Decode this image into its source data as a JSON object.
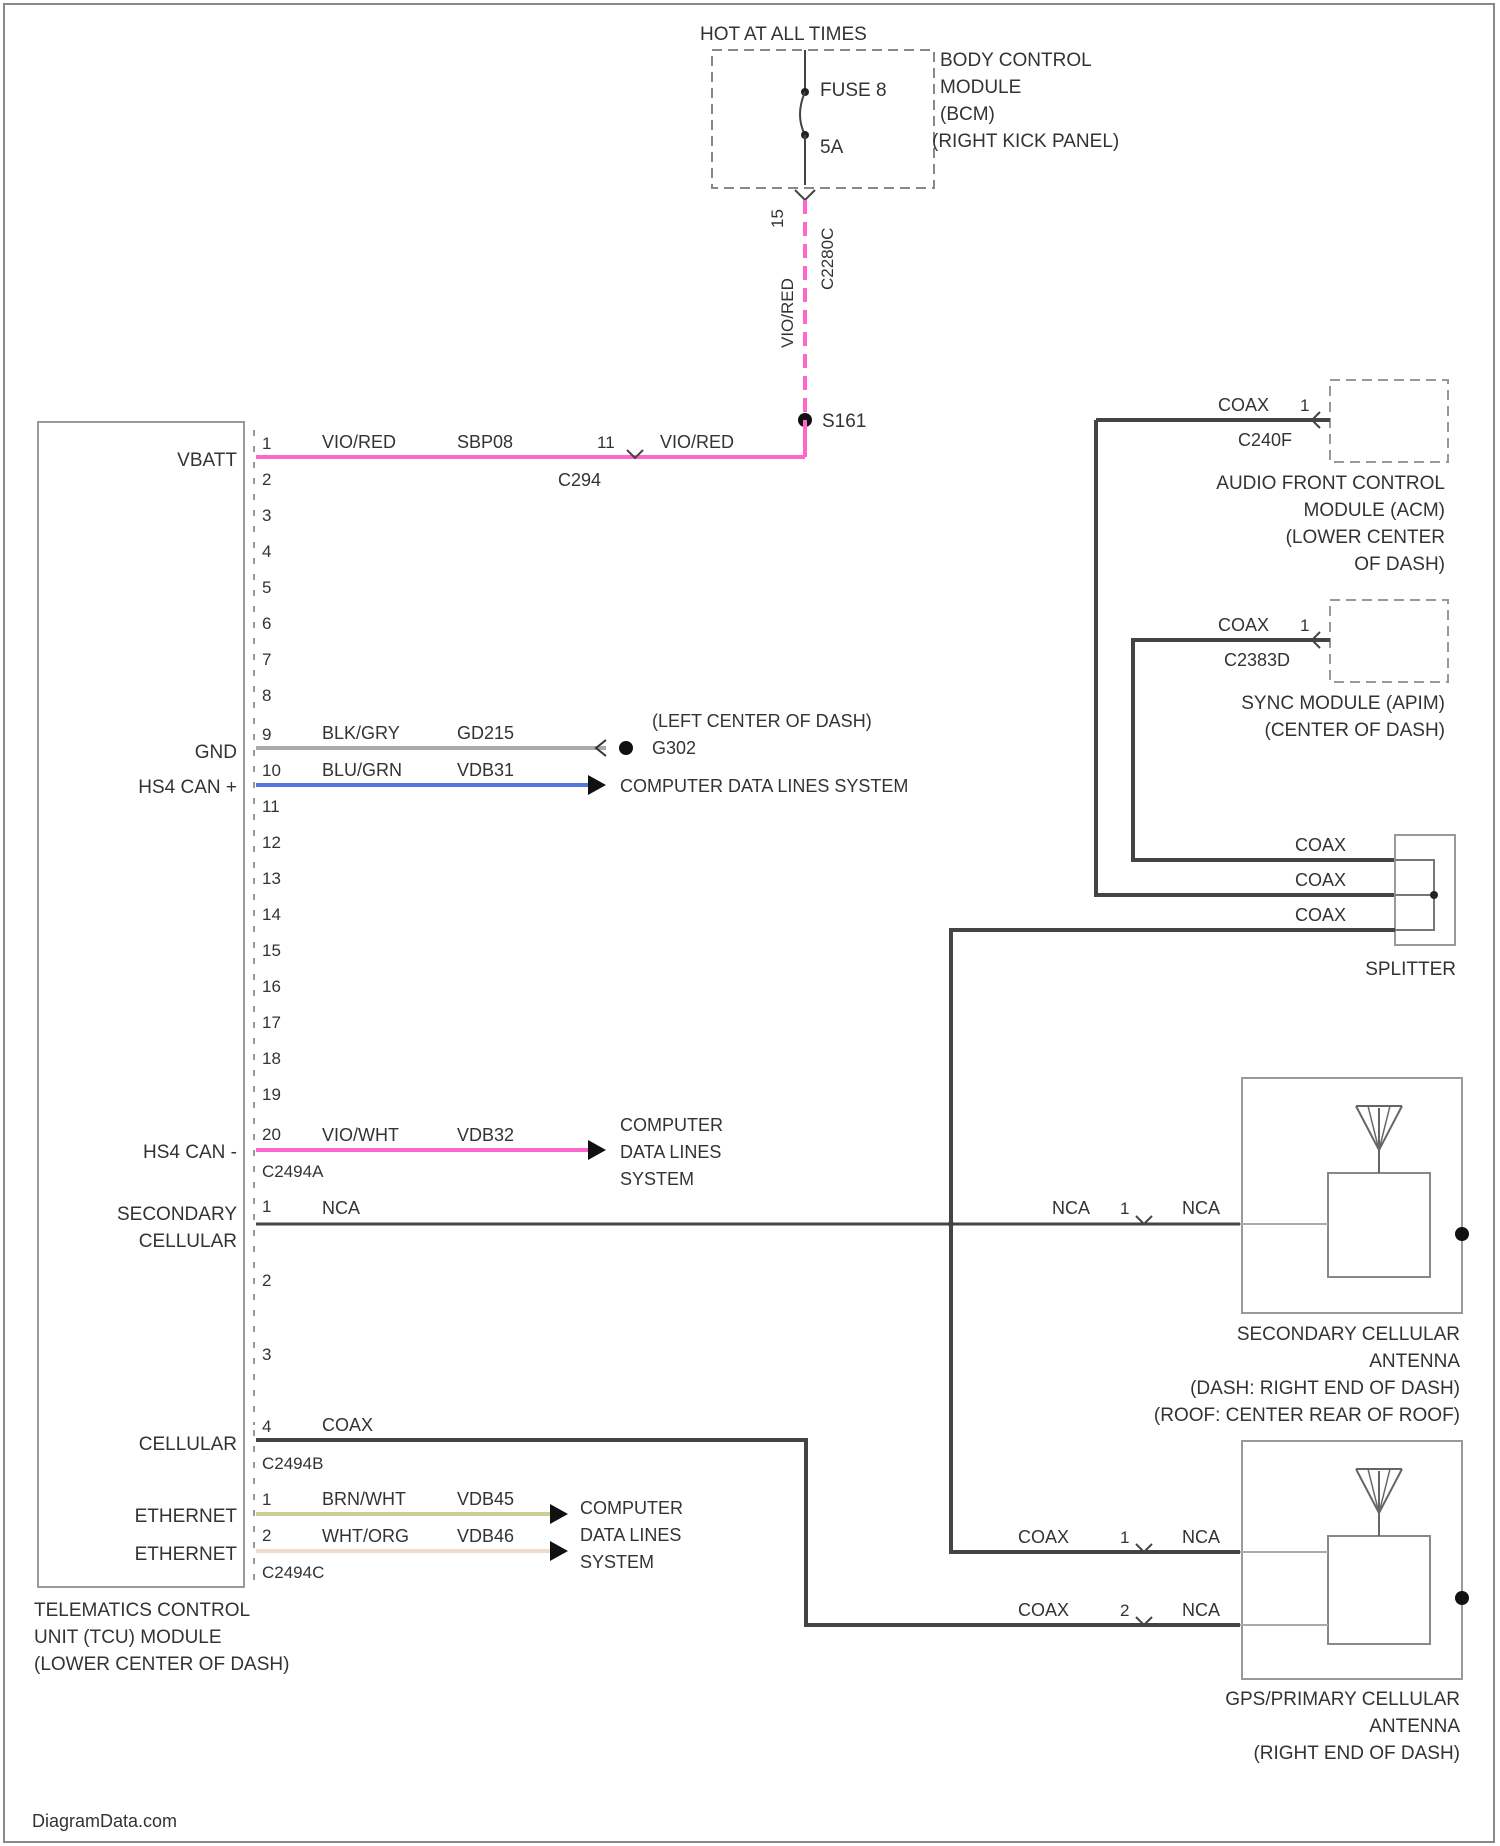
{
  "bcm": {
    "hot_label": "HOT AT ALL TIMES",
    "fuse": "FUSE 8",
    "amps": "5A",
    "name": [
      "BODY CONTROL",
      "MODULE",
      "(BCM)",
      "(RIGHT KICK PANEL)"
    ],
    "pin": "15",
    "connector": "C2280C",
    "wire_color": "VIO/RED"
  },
  "splice": {
    "name": "S161"
  },
  "tcu": {
    "name": [
      "TELEMATICS CONTROL",
      "UNIT (TCU) MODULE",
      "(LOWER CENTER OF DASH)"
    ],
    "side_labels": {
      "vbatt": "VBATT",
      "gnd": "GND",
      "hs4_can_plus": "HS4 CAN +",
      "hs4_can_minus": "HS4 CAN -",
      "secondary_cellular": [
        "SECONDARY",
        "CELLULAR"
      ],
      "cellular": "CELLULAR",
      "ethernet1": "ETHERNET",
      "ethernet2": "ETHERNET"
    },
    "connector_a_pins": [
      "1",
      "2",
      "3",
      "4",
      "5",
      "6",
      "7",
      "8",
      "9",
      "10",
      "11",
      "12",
      "13",
      "14",
      "15",
      "16",
      "17",
      "18",
      "19",
      "20"
    ],
    "connector_a_name": "C2494A",
    "connector_b_pins": [
      "1",
      "2",
      "3",
      "4"
    ],
    "connector_b_name": "C2494B",
    "connector_c_pins": [
      "1",
      "2"
    ],
    "connector_c_name": "C2494C"
  },
  "wires": {
    "vbatt": {
      "color": "VIO/RED",
      "circuit": "SBP08",
      "inline_pin": "11",
      "inline_conn": "C294",
      "after_color": "VIO/RED",
      "stroke": "#ff66cc"
    },
    "gnd": {
      "color": "BLK/GRY",
      "circuit": "GD215",
      "dest": [
        "(LEFT CENTER OF DASH)",
        "G302"
      ],
      "stroke": "#aaaaaa"
    },
    "hs4_plus": {
      "color": "BLU/GRN",
      "circuit": "VDB31",
      "dest": "COMPUTER DATA LINES SYSTEM",
      "stroke": "#5577dd"
    },
    "hs4_minus": {
      "color": "VIO/WHT",
      "circuit": "VDB32",
      "dest": [
        "COMPUTER",
        "DATA LINES",
        "SYSTEM"
      ],
      "stroke": "#ff66cc"
    },
    "secondary": {
      "left_label": "NCA",
      "mid_label": "NCA",
      "pin": "1",
      "right_label": "NCA"
    },
    "cellular": {
      "label": "COAX"
    },
    "eth1": {
      "color": "BRN/WHT",
      "circuit": "VDB45",
      "stroke": "#cccc99"
    },
    "eth2": {
      "color": "WHT/ORG",
      "circuit": "VDB46",
      "stroke": "#eeddcc"
    },
    "eth_dest": [
      "COMPUTER",
      "DATA LINES",
      "SYSTEM"
    ]
  },
  "acm": {
    "coax": "COAX",
    "pin": "1",
    "connector": "C240F",
    "name": [
      "AUDIO FRONT CONTROL",
      "MODULE (ACM)",
      "(LOWER CENTER",
      "OF DASH)"
    ]
  },
  "sync": {
    "coax": "COAX",
    "pin": "1",
    "connector": "C2383D",
    "name": [
      "SYNC MODULE (APIM)",
      "(CENTER OF DASH)"
    ]
  },
  "splitter": {
    "name": "SPLITTER",
    "coax_labels": [
      "COAX",
      "COAX",
      "COAX"
    ]
  },
  "secondary_antenna": {
    "name": [
      "SECONDARY CELLULAR",
      "ANTENNA",
      "(DASH: RIGHT END OF DASH)",
      "(ROOF: CENTER REAR OF ROOF)"
    ]
  },
  "gps_antenna": {
    "row1": {
      "left": "COAX",
      "pin": "1",
      "right": "NCA"
    },
    "row2": {
      "left": "COAX",
      "pin": "2",
      "right": "NCA"
    },
    "name": [
      "GPS/PRIMARY CELLULAR",
      "ANTENNA",
      "(RIGHT END OF DASH)"
    ]
  },
  "watermark": "DiagramData.com"
}
